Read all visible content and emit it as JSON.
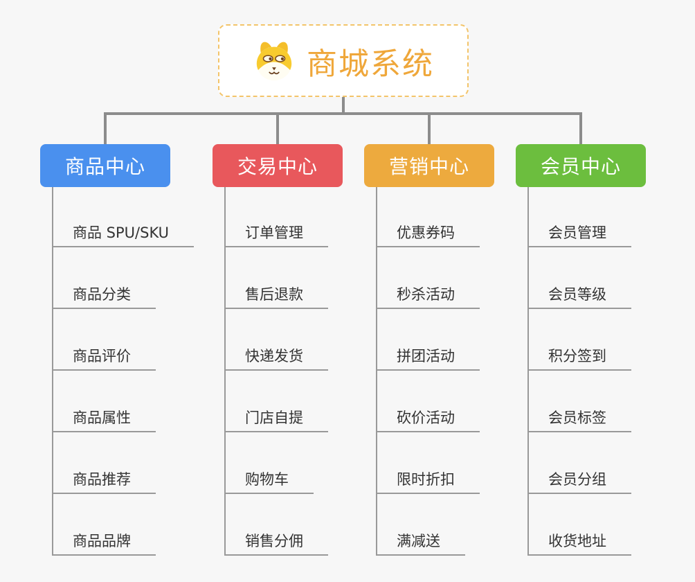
{
  "canvas": {
    "background": "#f7f7f7",
    "connector_color": "#8c8c8c",
    "child_line_color": "#999999",
    "child_text_color": "#333333"
  },
  "root": {
    "title": "商城系统",
    "icon": "dog-face",
    "accent_color": "#efa73a",
    "border_color": "#f3c469"
  },
  "branches": [
    {
      "label": "商品中心",
      "color": "#4a90ee",
      "children": [
        "商品 SPU/SKU",
        "商品分类",
        "商品评价",
        "商品属性",
        "商品推荐",
        "商品品牌"
      ]
    },
    {
      "label": "交易中心",
      "color": "#e8585c",
      "children": [
        "订单管理",
        "售后退款",
        "快递发货",
        "门店自提",
        "购物车",
        "销售分佣"
      ]
    },
    {
      "label": "营销中心",
      "color": "#edaa3e",
      "children": [
        "优惠券码",
        "秒杀活动",
        "拼团活动",
        "砍价活动",
        "限时折扣",
        "满减送"
      ]
    },
    {
      "label": "会员中心",
      "color": "#6cbe3e",
      "children": [
        "会员管理",
        "会员等级",
        "积分签到",
        "会员标签",
        "会员分组",
        "收货地址"
      ]
    }
  ]
}
